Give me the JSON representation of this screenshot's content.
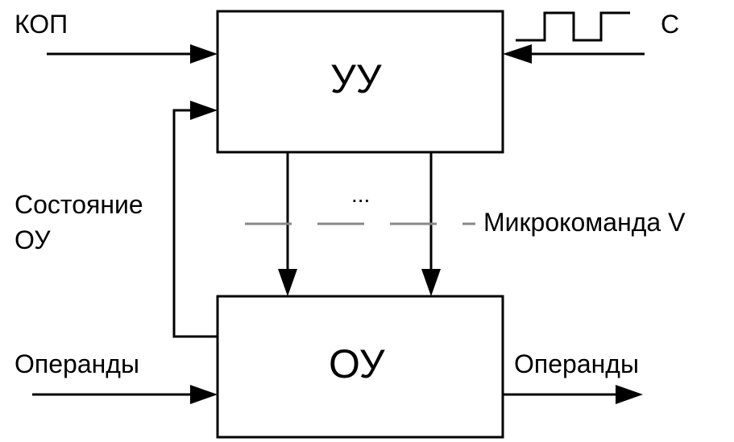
{
  "blocks": {
    "control_unit": {
      "title": "УУ"
    },
    "operational_unit": {
      "title": "ОУ"
    }
  },
  "inputs": {
    "opcode_label": "КОП",
    "clock_label": "С",
    "operands_in_label": "Операнды"
  },
  "outputs": {
    "operands_out_label": "Операнды"
  },
  "feedback": {
    "state_line1": "Состояние",
    "state_line2": "ОУ"
  },
  "microcommand": {
    "label": "Микрокоманда V",
    "ellipsis": "...",
    "dash_color": "#888888"
  },
  "colors": {
    "line": "#000000",
    "background": "#ffffff"
  }
}
